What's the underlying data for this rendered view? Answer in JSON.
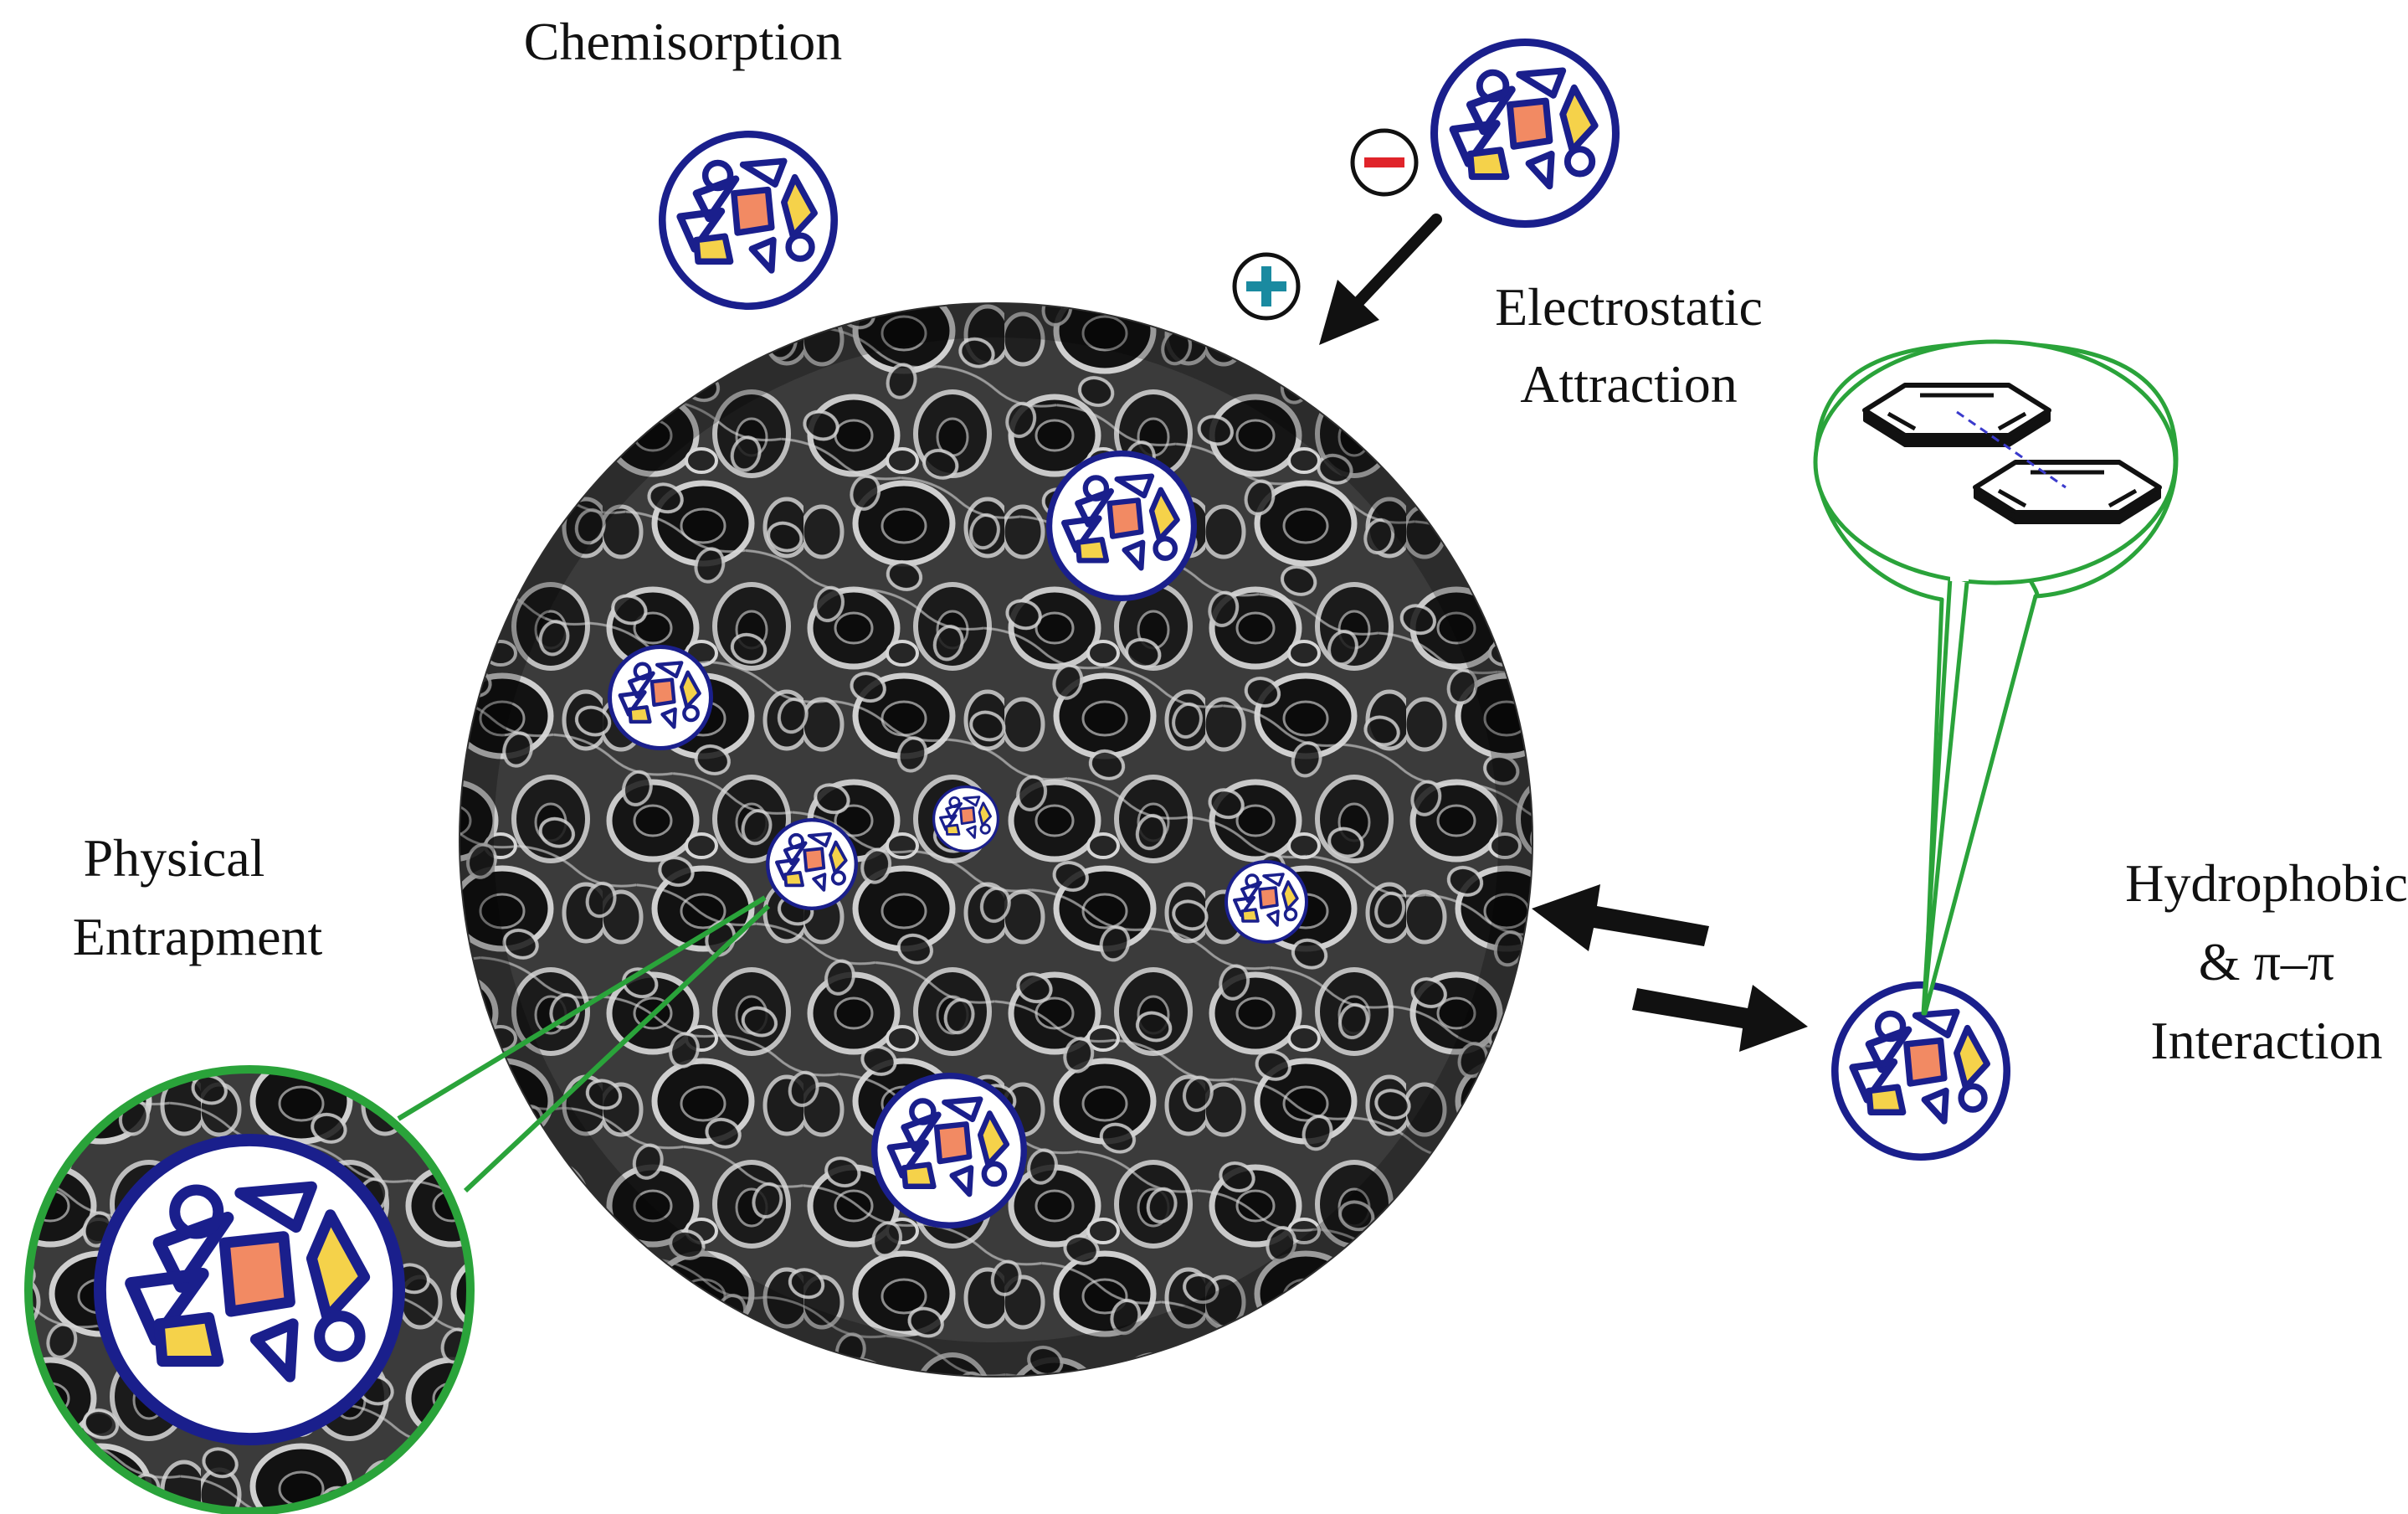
{
  "labels": {
    "chemisorption": "Chemisorption",
    "electrostatic_line1": "Electrostatic",
    "electrostatic_line2": "Attraction",
    "physical_line1": "Physical",
    "physical_line2": "Entrapment",
    "hydrophobic_line1": "Hydrophobic",
    "hydrophobic_line2": "& π–π",
    "hydrophobic_line3": "Interaction"
  },
  "charges": {
    "negative": "−",
    "positive": "+"
  },
  "colors": {
    "particle_outline": "#1a1f8c",
    "particle_fill": "#ffffff",
    "core_square": "#f28a63",
    "yellow_shape": "#f5d24a",
    "zoom_green": "#2aa33a",
    "negative_sign": "#e0242a",
    "positive_sign": "#1a8aa0",
    "arrow": "#111111",
    "stacking_dash": "#3a3acc"
  },
  "icons": {
    "particle": "contaminant-particle-icon",
    "porous_network": "porous-sponge-icon",
    "benzene": "benzene-ring-icon"
  }
}
